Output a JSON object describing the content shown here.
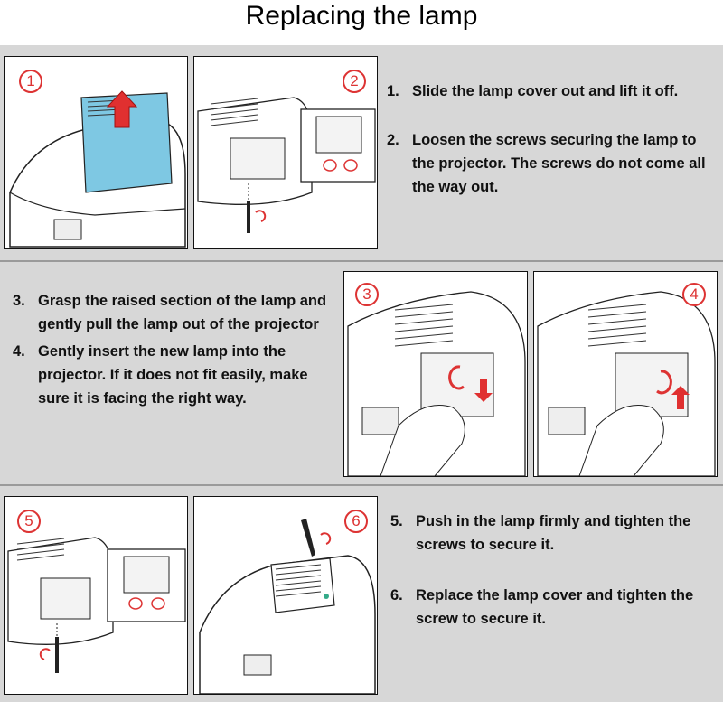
{
  "title": "Replacing the lamp",
  "panels": [
    {
      "badge": "1"
    },
    {
      "badge": "2"
    },
    {
      "badge": "3"
    },
    {
      "badge": "4"
    },
    {
      "badge": "5"
    },
    {
      "badge": "6"
    }
  ],
  "steps": [
    {
      "num": "1.",
      "text": "Slide the lamp cover out and lift it off."
    },
    {
      "num": "2.",
      "text": "Loosen the screws securing the lamp to the projector. The screws do not come all the way out."
    },
    {
      "num": "3.",
      "text": "Grasp the raised section of the lamp and gently pull the lamp out of the projector"
    },
    {
      "num": "4.",
      "text": "Gently insert the new lamp into the projector. If it does not fit easily, make sure it is facing the right way."
    },
    {
      "num": "5.",
      "text": "Push in the lamp firmly and tighten the screws to secure it."
    },
    {
      "num": "6.",
      "text": "Replace the lamp cover and tighten the screw to secure it."
    }
  ],
  "colors": {
    "band": "#d7d7d7",
    "accent": "#d33333",
    "lamp_cover": "#7ec8e3"
  },
  "icons": [
    "projector-illustration",
    "screwdriver-icon",
    "arrow-icon",
    "hand-icon"
  ]
}
